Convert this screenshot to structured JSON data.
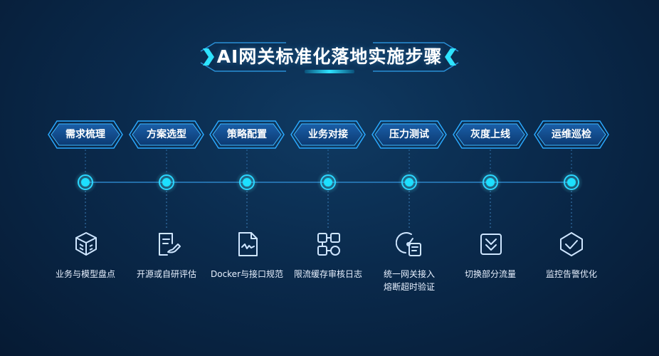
{
  "title": "AI网关标准化落地实施步骤",
  "steps": [
    {
      "label": "需求梳理",
      "icon": "cube-stack-icon",
      "desc": "业务与模型盘点"
    },
    {
      "label": "方案选型",
      "icon": "document-pen-icon",
      "desc": "开源或自研评估"
    },
    {
      "label": "策略配置",
      "icon": "document-wave-icon",
      "desc": "Docker与接口规范"
    },
    {
      "label": "业务对接",
      "icon": "connected-blocks-icon",
      "desc": "限流缓存审核日志"
    },
    {
      "label": "压力测试",
      "icon": "gauge-device-icon",
      "desc": "统一网关接入\n熔断超时验证"
    },
    {
      "label": "灰度上线",
      "icon": "double-chevron-down-icon",
      "desc": "切换部分流量"
    },
    {
      "label": "运维巡检",
      "icon": "shield-check-icon",
      "desc": "监控告警优化"
    }
  ],
  "colors": {
    "accent": "#2ee3ff",
    "node": "#1de0ff",
    "badge_fill": "#0f4a8c",
    "background": "#0a2a4c"
  }
}
